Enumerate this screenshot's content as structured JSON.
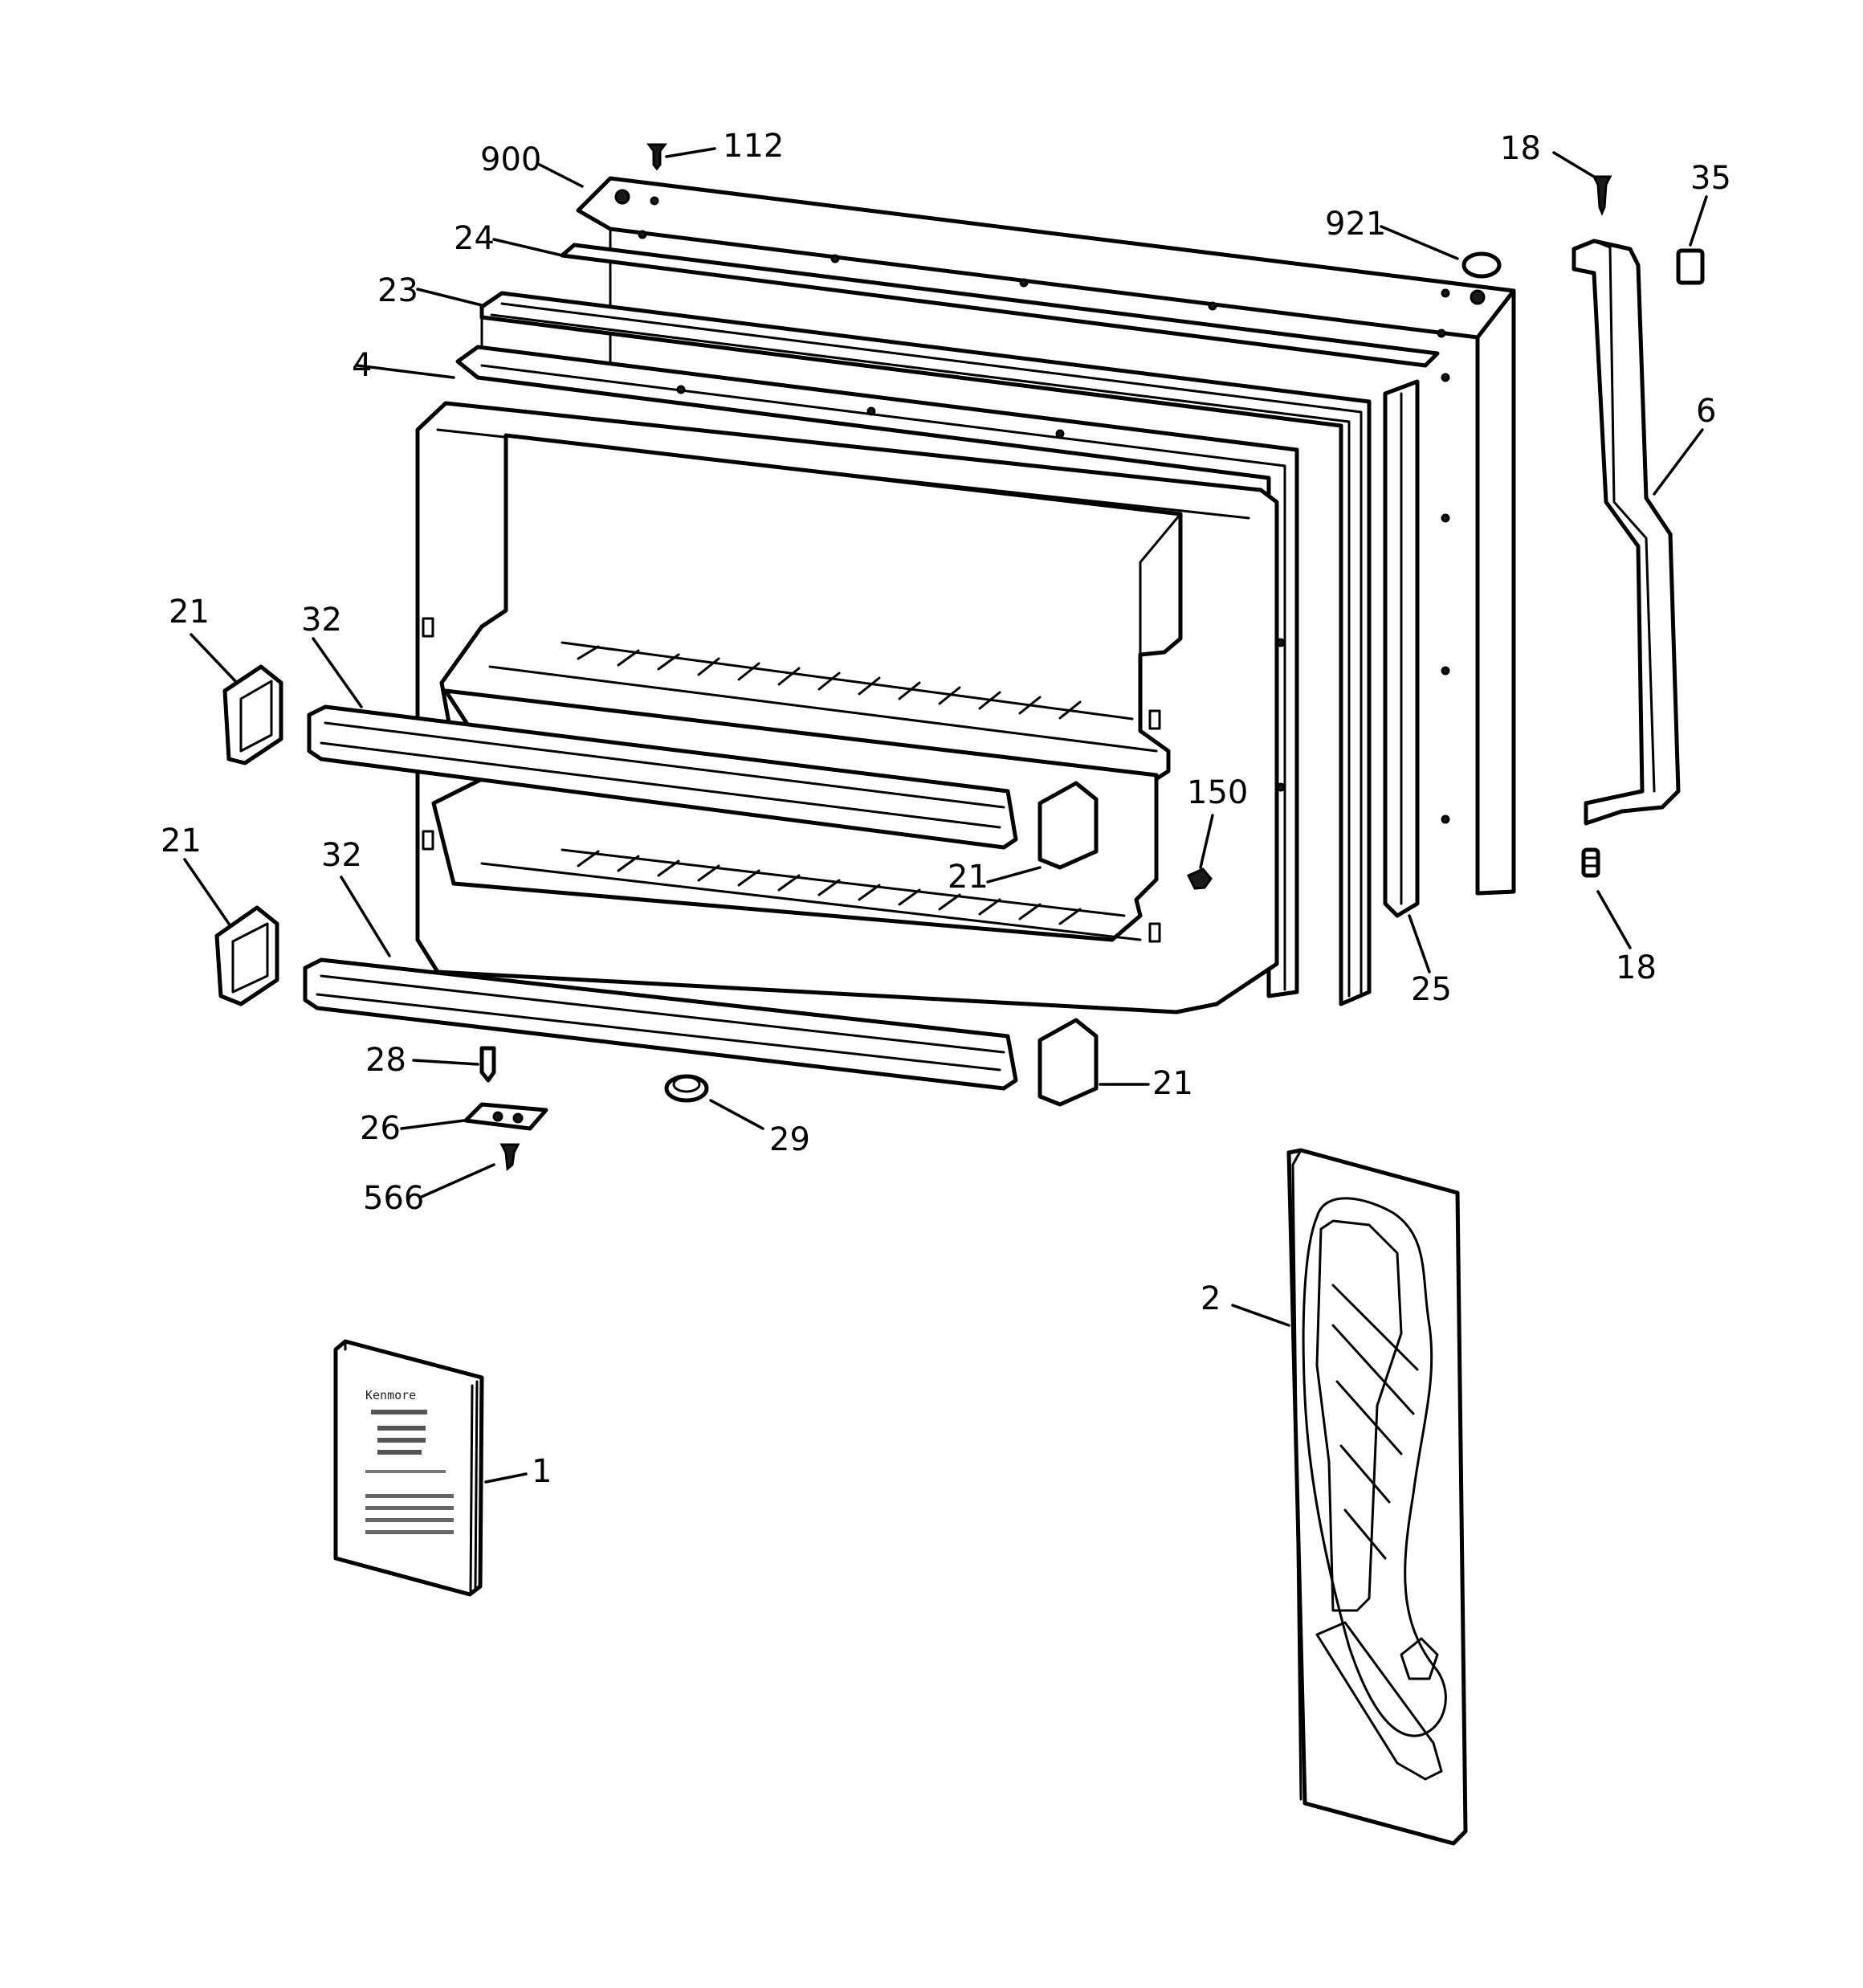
{
  "callouts": [
    {
      "id": "c-900",
      "text": "900"
    },
    {
      "id": "c-112",
      "text": "112"
    },
    {
      "id": "c-24",
      "text": "24"
    },
    {
      "id": "c-23",
      "text": "23"
    },
    {
      "id": "c-4",
      "text": "4"
    },
    {
      "id": "c-921",
      "text": "921"
    },
    {
      "id": "c-18a",
      "text": "18"
    },
    {
      "id": "c-35",
      "text": "35"
    },
    {
      "id": "c-6",
      "text": "6"
    },
    {
      "id": "c-21a",
      "text": "21"
    },
    {
      "id": "c-32a",
      "text": "32"
    },
    {
      "id": "c-150",
      "text": "150"
    },
    {
      "id": "c-21b",
      "text": "21"
    },
    {
      "id": "c-21c",
      "text": "21"
    },
    {
      "id": "c-32b",
      "text": "32"
    },
    {
      "id": "c-25",
      "text": "25"
    },
    {
      "id": "c-18b",
      "text": "18"
    },
    {
      "id": "c-28",
      "text": "28"
    },
    {
      "id": "c-21d",
      "text": "21"
    },
    {
      "id": "c-26",
      "text": "26"
    },
    {
      "id": "c-29",
      "text": "29"
    },
    {
      "id": "c-566",
      "text": "566"
    },
    {
      "id": "c-2",
      "text": "2"
    },
    {
      "id": "c-1",
      "text": "1"
    }
  ],
  "manual": {
    "brand": "Kenmore"
  }
}
